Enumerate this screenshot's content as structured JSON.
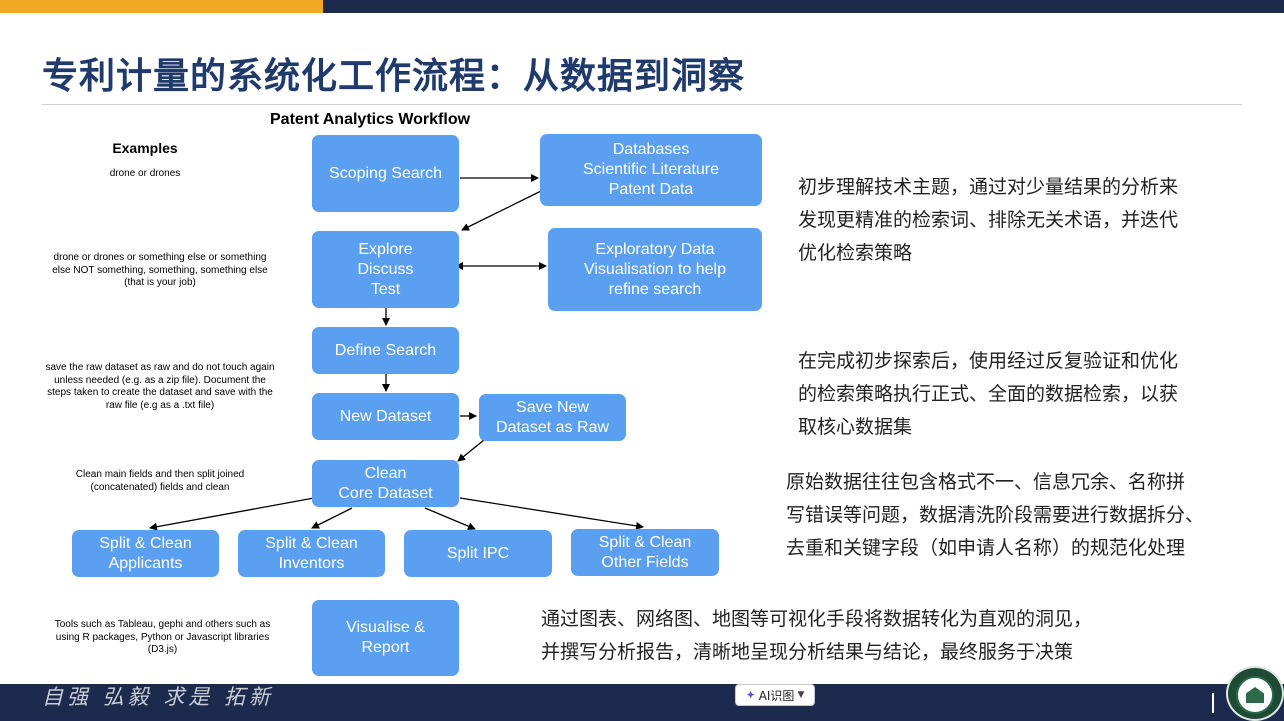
{
  "page": {
    "title": "专利计量的系统化工作流程：从数据到洞察",
    "workflow_title": "Patent Analytics Workflow",
    "examples_heading": "Examples"
  },
  "side_notes": [
    "drone or drones",
    "drone or drones or something else or something else NOT something, something, something else (that is your job)",
    "save the raw dataset as raw and do not touch again unless needed (e.g. as a zip file). Document the steps taken to create the dataset and save with the raw file (e.g as a .txt file)",
    "Clean main fields and then split joined (concatenated) fields and clean",
    "Tools such as Tableau, gephi and others such as using R packages, Python or Javascript libraries (D3.js)"
  ],
  "nodes": {
    "scoping_search": "Scoping Search",
    "databases": "Databases\nScientific Literature\nPatent Data",
    "explore": "Explore\nDiscuss\nTest",
    "exploratory": "Exploratory Data\nVisualisation to help\nrefine search",
    "define_search": "Define Search",
    "new_dataset": "New Dataset",
    "save_raw": "Save New\nDataset as Raw",
    "clean_core": "Clean\nCore Dataset",
    "split_applicants": "Split & Clean\nApplicants",
    "split_inventors": "Split & Clean\nInventors",
    "split_ipc": "Split IPC",
    "split_other": "Split & Clean\nOther Fields",
    "visualise": "Visualise &\nReport"
  },
  "descriptions": [
    [
      "初步理解技术主题，通过对少量结果的分析来",
      "发现更精准的检索词、排除无关术语，并迭代",
      "优化检索策略"
    ],
    [
      "在完成初步探索后，使用经过反复验证和优化",
      "的检索策略执行正式、全面的数据检索，以获",
      "取核心数据集"
    ],
    [
      "原始数据往往包含格式不一、信息冗余、名称拼",
      "写错误等问题，数据清洗阶段需要进行数据拆分、",
      "去重和关键字段（如申请人名称）的规范化处理"
    ],
    [
      "通过图表、网络图、地图等可视化手段将数据转化为直观的洞见，",
      "并撰写分析报告，清晰地呈现分析结果与结论，最终服务于决策"
    ]
  ],
  "footer": {
    "motto": "自强 弘毅 求是 拓新",
    "ai_button_label": "AI识图"
  },
  "colors": {
    "node_fill": "#5b9ff0",
    "title": "#1f3a6b",
    "navy": "#1c2b4d",
    "orange": "#f2a922"
  },
  "icons": [
    "ai-sparkle-icon",
    "chevron-down-icon",
    "university-emblem-icon"
  ]
}
